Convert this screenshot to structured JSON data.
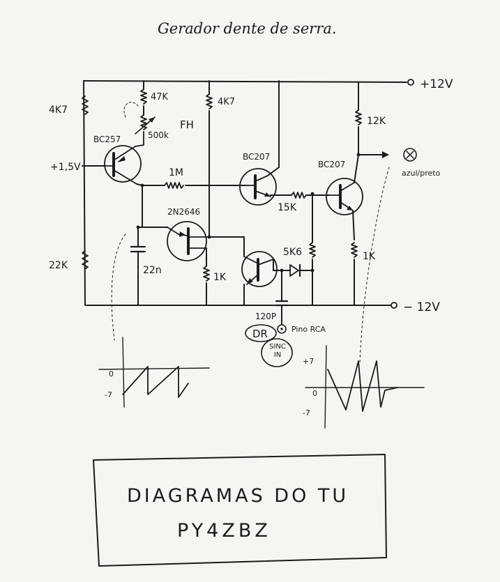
{
  "title": "Gerador dente de serra.",
  "supply": {
    "positive": "+12V",
    "negative": "− 12V",
    "bias": "+1,5V"
  },
  "components": {
    "r_4k7_left": "4K7",
    "r_47k": "47K",
    "pot_500k": "500k",
    "fh_label": "FH",
    "r_4k7_mid": "4K7",
    "r_12k": "12K",
    "q_bc257": "BC257",
    "q_bc207_a": "BC207",
    "q_bc207_b": "BC207",
    "r_1m": "1M",
    "q_2n2646": "2N2646",
    "r_15k": "15K",
    "r_5k6": "5K6",
    "r_22k": "22K",
    "c_22n": "22n",
    "r_1k_ujt": "1K",
    "r_1k_out": "1K",
    "c_120p": "120P",
    "jack_label": "Pino RCA",
    "dr_label": "DR",
    "sync_label": "SINC IN",
    "output_label": "azul/preto"
  },
  "waveforms": {
    "left": {
      "zero_label": "0",
      "neg_label": "-7"
    },
    "right": {
      "pos_label": "+7",
      "zero_label": "0",
      "neg_label": "-7"
    }
  },
  "stamp": {
    "line1": "DIAGRAMAS DO TU",
    "line2": "PY4ZBZ"
  }
}
